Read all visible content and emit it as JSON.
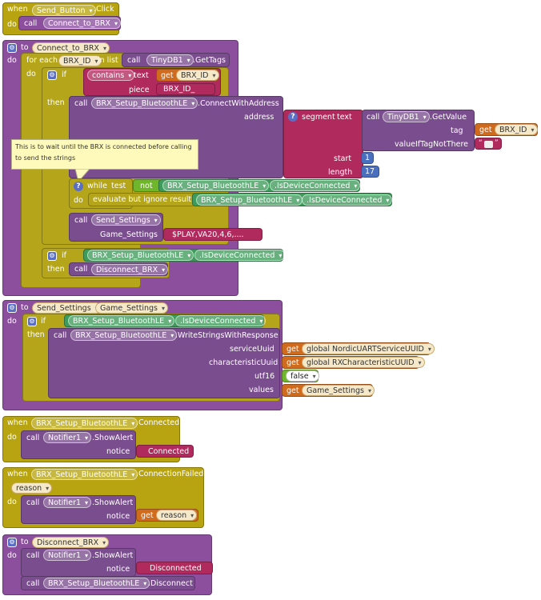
{
  "colors": {
    "event": "#b8a410",
    "procedure": "#8b4f9e",
    "call": "#7a4e8e",
    "control": "#b4a51a",
    "ble_getter": "#3e9b5b",
    "text": "#b12a5d",
    "variable": "#d06b1e",
    "math": "#4b6fbf",
    "logic": "#6fb62a"
  },
  "kw": {
    "when": "when",
    "do": "do",
    "call": "call",
    "to": "to",
    "for_each": "for each",
    "in_list": "in list",
    "if": "if",
    "then": "then",
    "while": "while",
    "test": "test",
    "not": "not",
    "evaluate": "evaluate but ignore result",
    "get": "get",
    "contains": "contains",
    "segment": "segment",
    "text": "text"
  },
  "b1": {
    "component": "Send_Button",
    "event": ".Click",
    "call_proc": "Connect_to_BRX"
  },
  "b2": {
    "proc": "Connect_to_BRX",
    "loop_var": "BRX_ID",
    "tinydb": "TinyDB1",
    "get_tags": ".GetTags",
    "piece_label": "piece",
    "piece_value": "BRX_ID_",
    "ble": "BRX_Setup_BluetoothLE",
    "connect_method": ".ConnectWithAddress",
    "address_label": "address",
    "get_value": ".GetValue",
    "tag_label": "tag",
    "value_if_label": "valueIfTagNotThere",
    "start_label": "start",
    "start_value": "1",
    "length_label": "length",
    "length_value": "17",
    "comment": "This is to wait until the BRX is connected before calling to send the strings",
    "is_connected": ".IsDeviceConnected",
    "send_settings": "Send_Settings",
    "game_settings_label": "Game_Settings",
    "game_settings_value": "$PLAY,VA20,4,6,....",
    "disconnect": "Disconnect_BRX"
  },
  "b3": {
    "proc": "Send_Settings",
    "param": "Game_Settings",
    "method": ".WriteStringsWithResponse",
    "service_label": "serviceUuid",
    "service_var": "global NordicUARTServiceUUID",
    "char_label": "characteristicUuid",
    "char_var": "global RXCharacteristicUUID",
    "utf16_label": "utf16",
    "utf16_value": "false",
    "values_label": "values",
    "values_var": "Game_Settings"
  },
  "b4": {
    "event": ".Connected",
    "notifier": "Notifier1",
    "show_alert": ".ShowAlert",
    "notice_label": "notice",
    "notice_value": "Connected"
  },
  "b5": {
    "event": ".ConnectionFailed",
    "param": "reason",
    "get_var": "reason"
  },
  "b6": {
    "proc": "Disconnect_BRX",
    "notice_value": "Disconnected",
    "disconnect_method": ".Disconnect"
  }
}
